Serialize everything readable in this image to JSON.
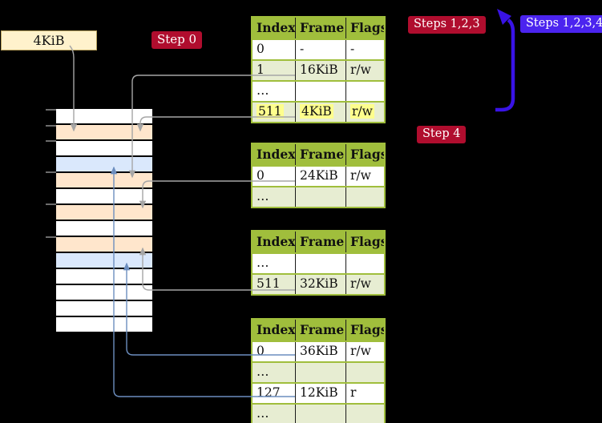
{
  "memory_box": {
    "label": "4KiB"
  },
  "badges": {
    "step0": "Step 0",
    "steps123": "Steps 1,2,3",
    "steps1234": "Steps 1,2,3,4",
    "step4": "Step 4"
  },
  "page_tables": [
    {
      "name": "page-table-top",
      "headers": [
        "Index",
        "Frame",
        "Flags"
      ],
      "rows": [
        {
          "cells": [
            "0",
            "-",
            "-"
          ],
          "shaded": false,
          "highlighted": false
        },
        {
          "cells": [
            "1",
            "16KiB",
            "r/w"
          ],
          "shaded": true,
          "highlighted": false
        },
        {
          "cells": [
            "…",
            "",
            ""
          ],
          "shaded": false,
          "highlighted": false
        },
        {
          "cells": [
            "511",
            "4KiB",
            "r/w"
          ],
          "shaded": true,
          "highlighted": true
        }
      ]
    },
    {
      "name": "page-table-second",
      "headers": [
        "Index",
        "Frame",
        "Flags"
      ],
      "rows": [
        {
          "cells": [
            "0",
            "24KiB",
            "r/w"
          ],
          "shaded": false,
          "highlighted": false
        },
        {
          "cells": [
            "…",
            "",
            ""
          ],
          "shaded": true,
          "highlighted": false
        }
      ]
    },
    {
      "name": "page-table-third",
      "headers": [
        "Index",
        "Frame",
        "Flags"
      ],
      "rows": [
        {
          "cells": [
            "…",
            "",
            ""
          ],
          "shaded": false,
          "highlighted": false
        },
        {
          "cells": [
            "511",
            "32KiB",
            "r/w"
          ],
          "shaded": true,
          "highlighted": false
        }
      ]
    },
    {
      "name": "page-table-bottom",
      "headers": [
        "Index",
        "Frame",
        "Flags"
      ],
      "rows": [
        {
          "cells": [
            "0",
            "36KiB",
            "r/w"
          ],
          "shaded": false,
          "highlighted": false
        },
        {
          "cells": [
            "…",
            "",
            ""
          ],
          "shaded": true,
          "highlighted": false
        },
        {
          "cells": [
            "127",
            "12KiB",
            "r"
          ],
          "shaded": false,
          "highlighted": false
        },
        {
          "cells": [
            "…",
            "",
            ""
          ],
          "shaded": true,
          "highlighted": false
        }
      ]
    }
  ],
  "memory_stack": {
    "rows": [
      "white",
      "peach",
      "white",
      "blue",
      "peach",
      "white",
      "peach",
      "white",
      "peach",
      "blue",
      "white",
      "white",
      "white",
      "white"
    ]
  },
  "colors": {
    "table_header_green": "#A0BE3C",
    "table_row_green": "#E7EDD2",
    "highlight_yellow": "#FEFE8D",
    "frame_peach": "#FFE6CC",
    "page_blue": "#DAE8FC",
    "box_wheat": "#FFF2CC",
    "badge_red": "#B00D2E",
    "badge_blue": "#4B24EF",
    "arrow_gray": "#A6A6A6",
    "arrow_steelblue": "#6C8EBF",
    "arrow_thick_blue": "#3913E6"
  }
}
